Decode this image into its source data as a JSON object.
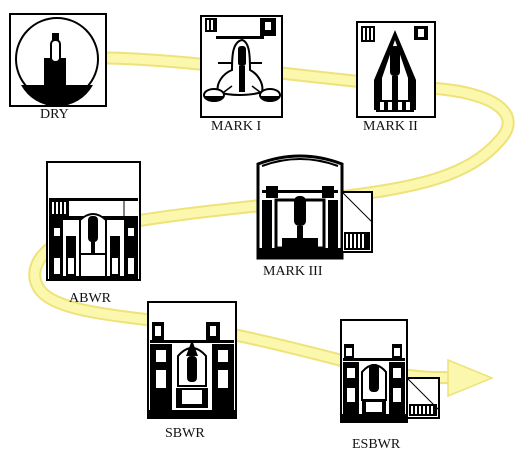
{
  "diagram": {
    "colors": {
      "arrow_fill": "#fbf7ad",
      "arrow_stroke": "#eee27a",
      "ink": "#000000",
      "paper": "#ffffff"
    },
    "stages": [
      {
        "id": "dry",
        "label": "DRY"
      },
      {
        "id": "mark1",
        "label": "MARK I"
      },
      {
        "id": "mark2",
        "label": "MARK II"
      },
      {
        "id": "mark3",
        "label": "MARK III"
      },
      {
        "id": "abwr",
        "label": "ABWR"
      },
      {
        "id": "sbwr",
        "label": "SBWR"
      },
      {
        "id": "esbwr",
        "label": "ESBWR"
      }
    ]
  }
}
